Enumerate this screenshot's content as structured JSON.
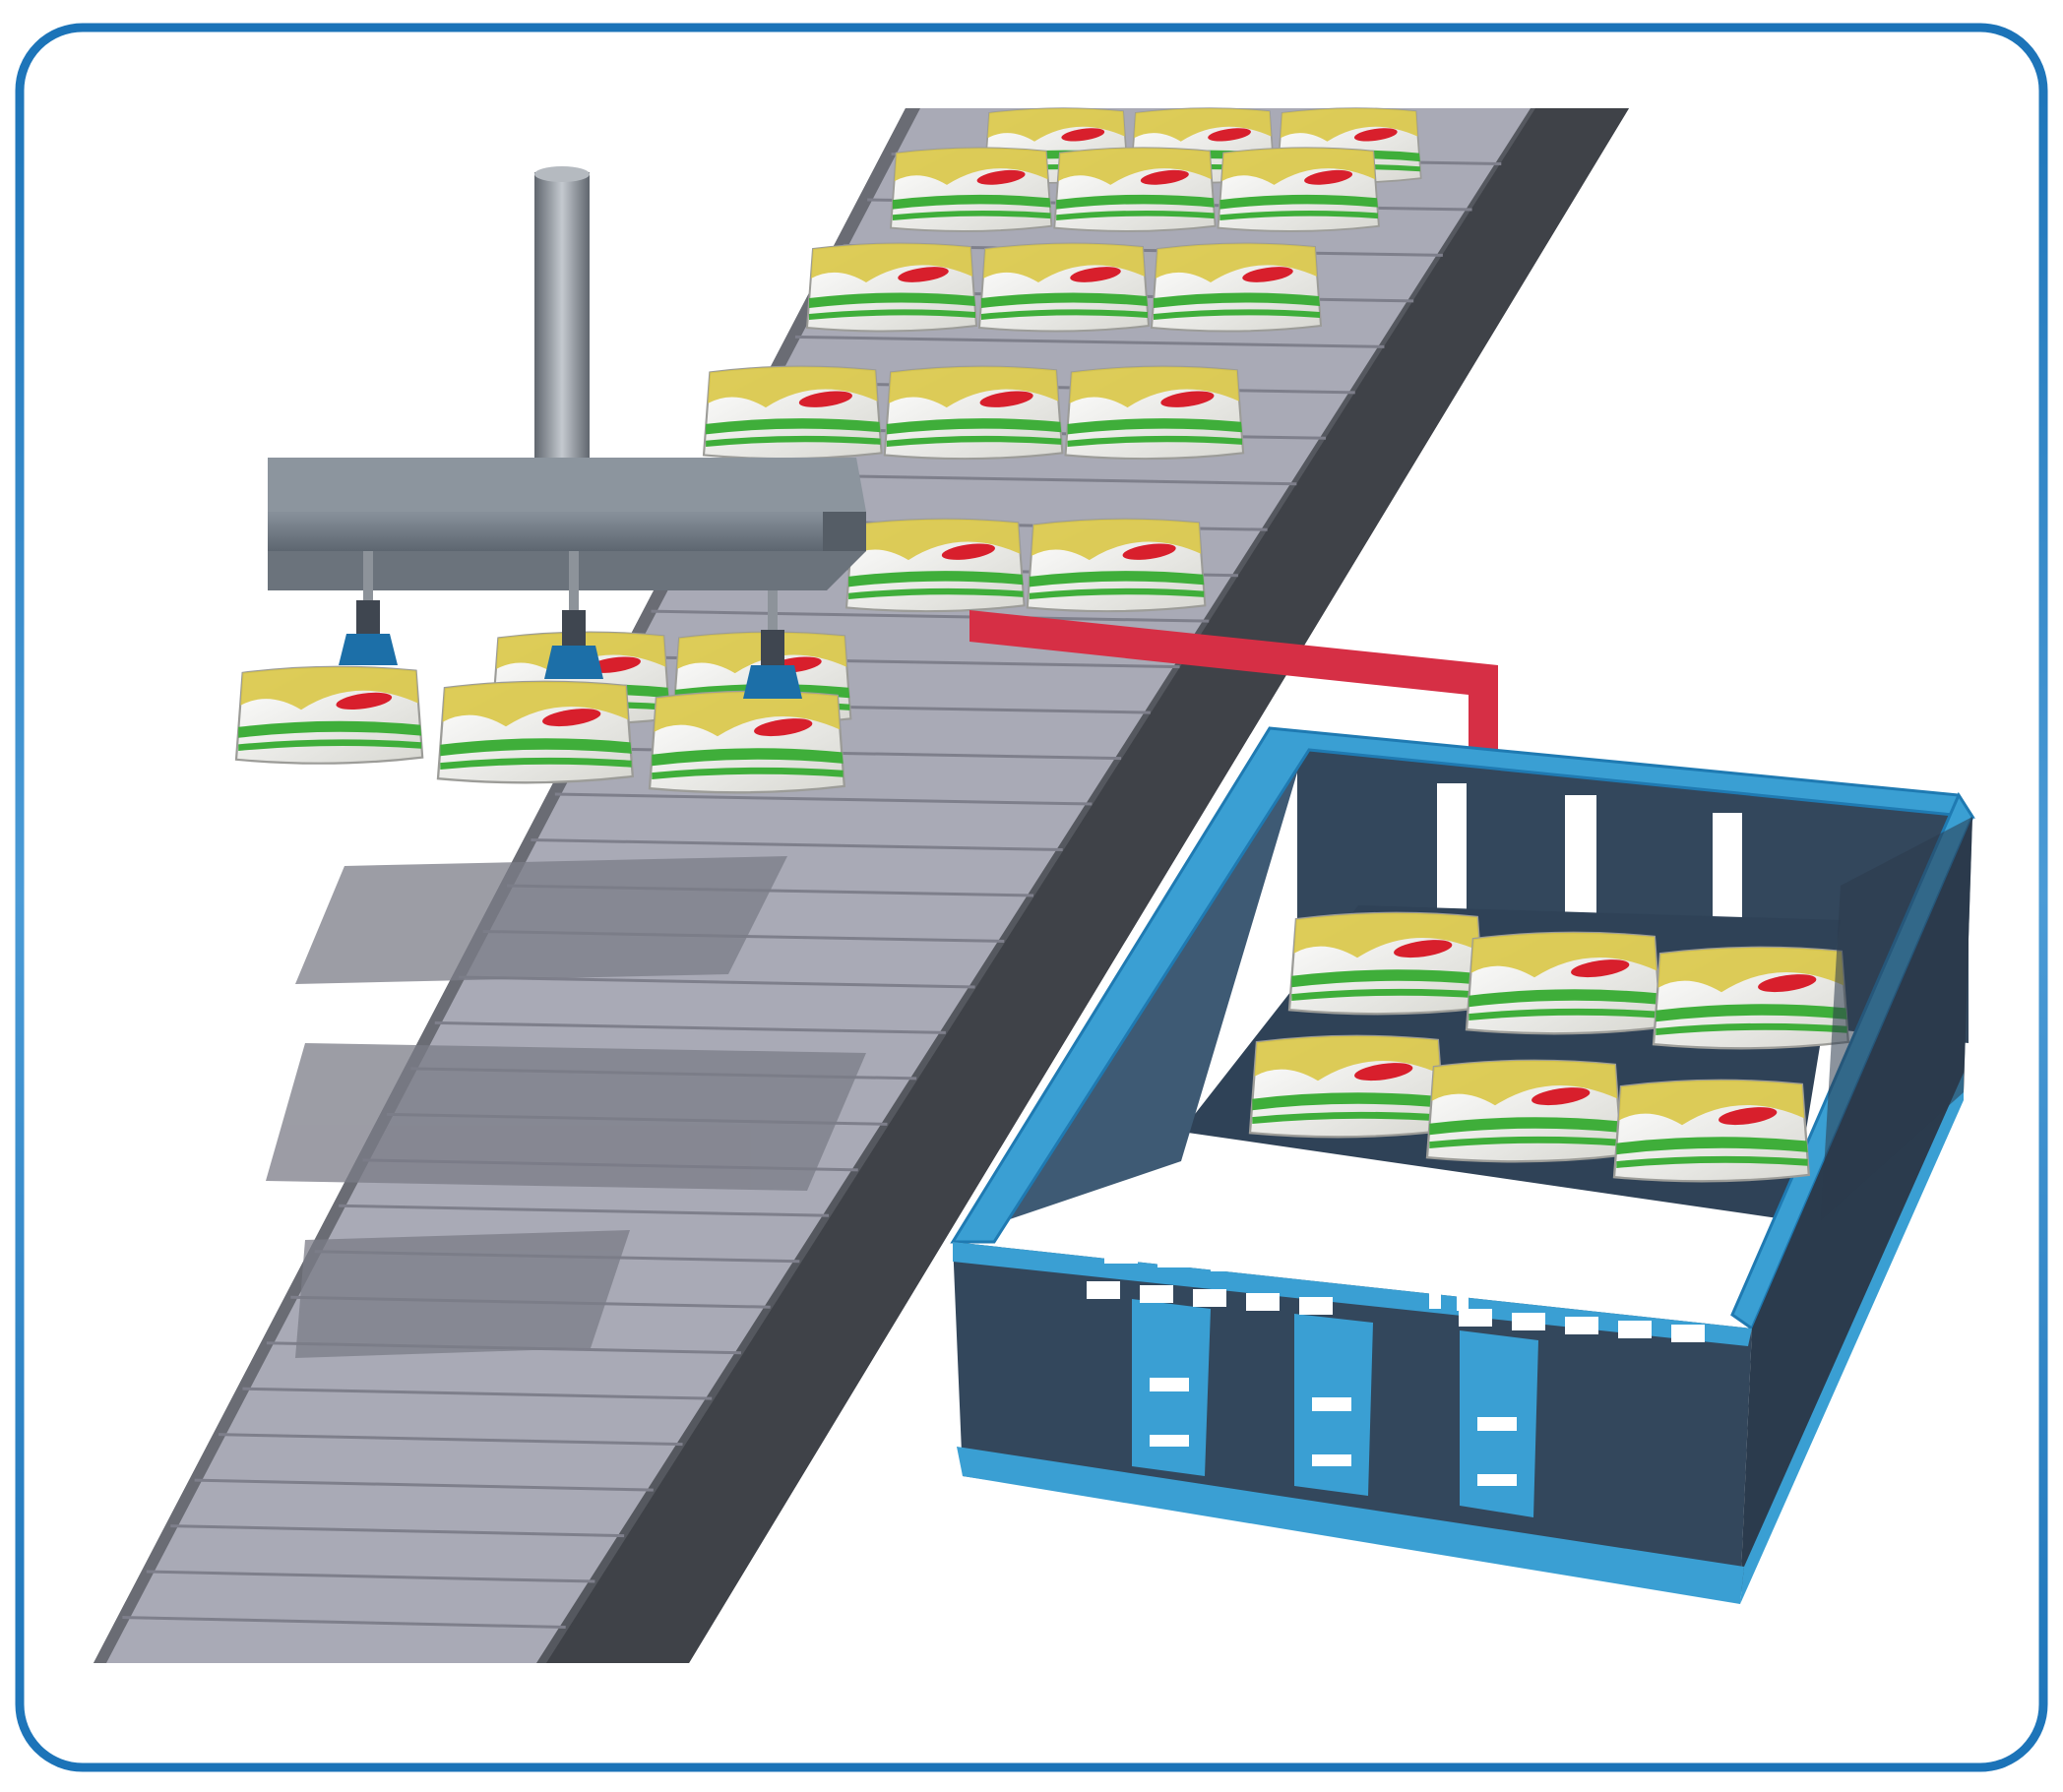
{
  "illustration": {
    "subject": "",
    "colors": {
      "frame_border": "#1b73b8",
      "background": "#ffffff",
      "conveyor_dark": "#5d6068",
      "conveyor_slat": "#a6a7b3",
      "conveyor_slat_shade": "#8f909c",
      "gripper_bar": "#6f7883",
      "crate_blue": "#3a9fd3",
      "crate_dark": "#33475c",
      "arrow_red": "#d62f45",
      "pouch_white": "#f2f2ec",
      "pouch_yellow": "#d9c646",
      "pouch_green": "#3fae3a",
      "pouch_red": "#d81f2c"
    },
    "counts": {
      "pouches_on_conveyor_rows": 6,
      "pouches_held_by_gripper": 3,
      "gripper_suction_cups": 3,
      "pouches_in_crate": 6
    }
  }
}
